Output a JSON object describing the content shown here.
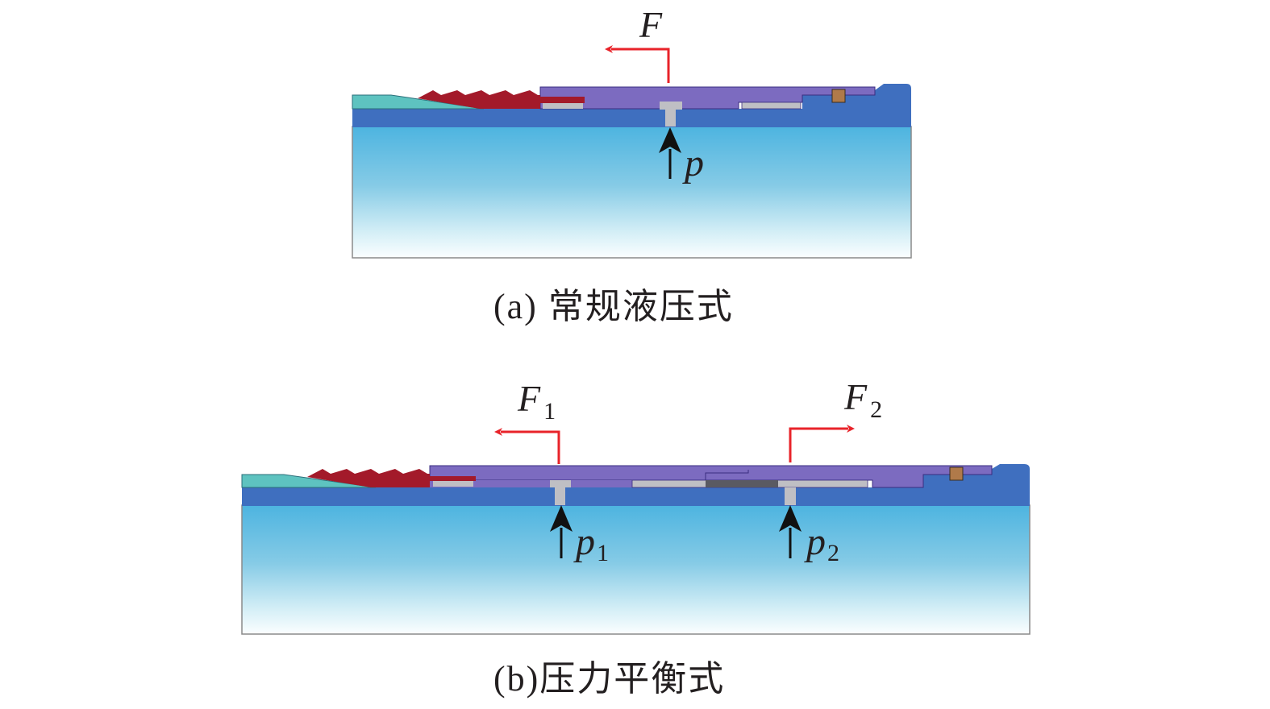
{
  "figure": {
    "panels": [
      {
        "id": "a",
        "caption": "(a) 常规液压式",
        "forces": [
          {
            "symbol": "F",
            "subscript": "",
            "direction": "left"
          }
        ],
        "pressures": [
          {
            "symbol": "p",
            "subscript": ""
          }
        ]
      },
      {
        "id": "b",
        "caption": "(b)压力平衡式",
        "forces": [
          {
            "symbol": "F",
            "subscript": "1",
            "direction": "left"
          },
          {
            "symbol": "F",
            "subscript": "2",
            "direction": "right"
          }
        ],
        "pressures": [
          {
            "symbol": "p",
            "subscript": "1"
          },
          {
            "symbol": "p",
            "subscript": "2"
          }
        ]
      }
    ],
    "colors": {
      "mandrel": "#3f6fbf",
      "piston_sleeve": "#7c6bc0",
      "slips": "#a31a2a",
      "cone": "#5ec3c0",
      "chamber": "#bfbfc4",
      "chamber_dark": "#5a5a62",
      "shear_pin": "#b07a4a",
      "force_arrow": "#e8232a",
      "pressure_arrow": "#111111",
      "body_top": "#4db4e0",
      "body_bottom": "#ffffff"
    }
  }
}
